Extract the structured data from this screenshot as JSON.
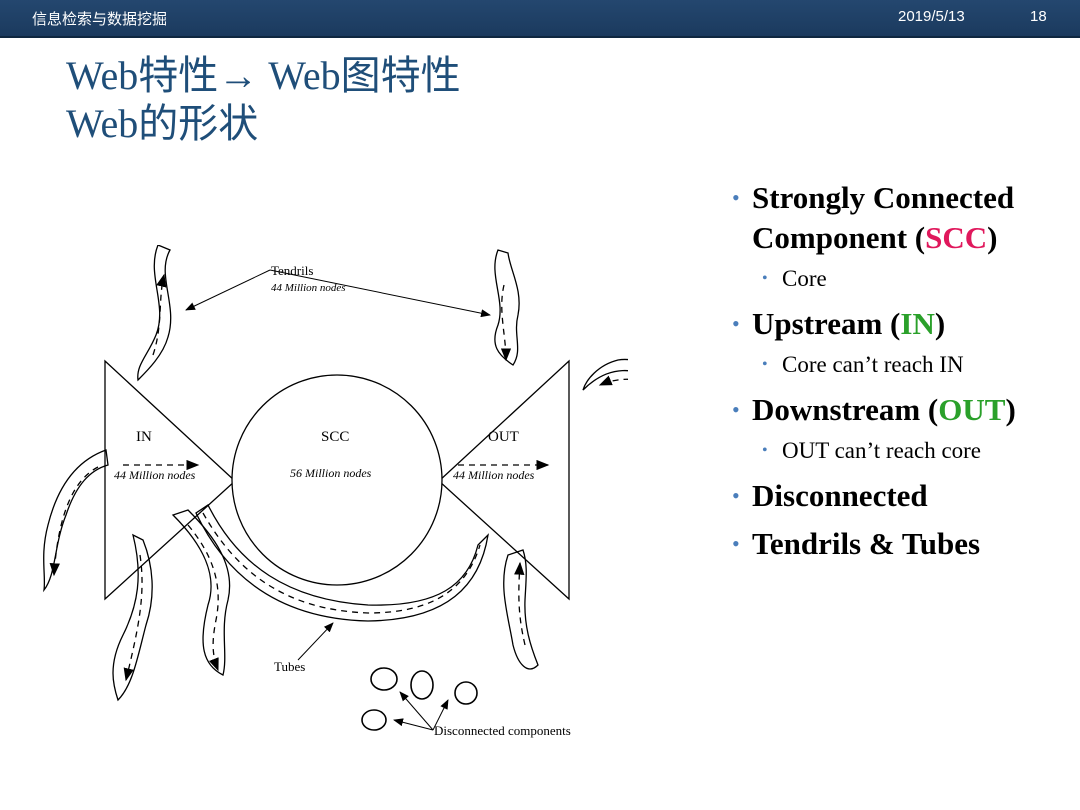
{
  "header": {
    "course": "信息检索与数据挖掘",
    "date": "2019/5/13",
    "page": "18"
  },
  "title": {
    "line1": "Web特性→ Web图特性",
    "line2": "Web的形状"
  },
  "diagram": {
    "tendrils_label": "Tendrils",
    "tendrils_count": "44 Million nodes",
    "in_label": "IN",
    "in_count": "44 Million nodes",
    "scc_label": "SCC",
    "scc_count": "56 Million nodes",
    "out_label": "OUT",
    "out_count": "44 Million nodes",
    "tubes_label": "Tubes",
    "disconnected_label": "Disconnected components"
  },
  "bullets": {
    "b1_pre": "Strongly Connected Component (",
    "b1_hl": "SCC",
    "b1_post": ")",
    "b1_sub": "Core",
    "b2_pre": "Upstream (",
    "b2_hl": "IN",
    "b2_post": ")",
    "b2_sub": "Core can’t reach IN",
    "b3_pre": "Downstream (",
    "b3_hl": "OUT",
    "b3_post": ")",
    "b3_sub": "OUT can’t reach core",
    "b4": "Disconnected",
    "b5": "Tendrils & Tubes"
  },
  "colors": {
    "title": "#1f4e79",
    "scc_highlight": "#e0185c",
    "green_highlight": "#2aa02a",
    "bullet_dot": "#4a7ebb"
  }
}
